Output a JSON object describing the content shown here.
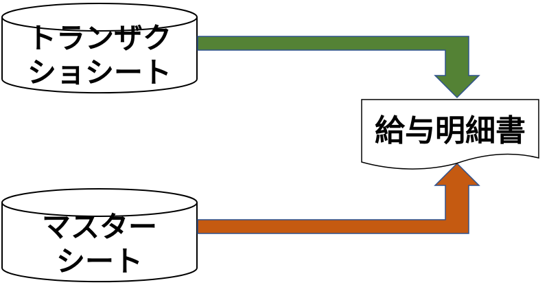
{
  "nodes": {
    "transaction_sheet": {
      "label_line1": "トランザク",
      "label_line2": "ショシート"
    },
    "master_sheet": {
      "label_line1": "マスター",
      "label_line2": "シート"
    },
    "payslip": {
      "label": "給与明細書"
    }
  },
  "edges": [
    {
      "from": "transaction_sheet",
      "to": "payslip",
      "color": "#548235"
    },
    {
      "from": "master_sheet",
      "to": "payslip",
      "color": "#C55A11"
    }
  ],
  "colors": {
    "shape_stroke": "#000000",
    "shape_fill": "#ffffff",
    "arrow_outline": "#2f528f"
  }
}
